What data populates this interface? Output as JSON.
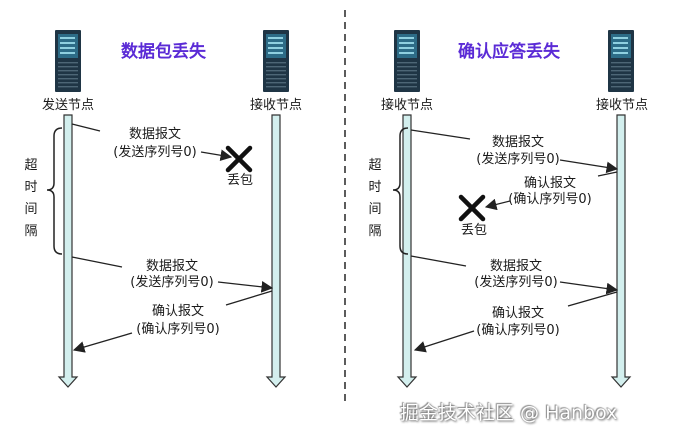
{
  "left_panel": {
    "title": "数据包丢失",
    "sender_label": "发送节点",
    "receiver_label": "接收节点",
    "timeout_label": "超时间隔",
    "msg1": {
      "line1": "数据报文",
      "line2": "(发送序列号0)"
    },
    "lost_label": "丢包",
    "msg2": {
      "line1": "数据报文",
      "line2": "(发送序列号0)"
    },
    "msg3": {
      "line1": "确认报文",
      "line2": "(确认序列号0)"
    }
  },
  "right_panel": {
    "title": "确认应答丢失",
    "sender_label": "接收节点",
    "receiver_label": "接收节点",
    "timeout_label": "超时间隔",
    "msg1": {
      "line1": "数据报文",
      "line2": "(发送序列号0)"
    },
    "msg2": {
      "line1": "确认报文",
      "line2": "(确认序列号0)"
    },
    "lost_label": "丢包",
    "msg3": {
      "line1": "数据报文",
      "line2": "(发送序列号0)"
    },
    "msg4": {
      "line1": "确认报文",
      "line2": "(确认序列号0)"
    }
  },
  "watermark": "掘金技术社区 @ Hanbox",
  "colors": {
    "title": "#5b2bd6",
    "timeline_fill": "#d3efee",
    "server_body": "#1f3545",
    "server_screen": "#2d6c87",
    "lost_mark": "#111111"
  },
  "icons": {
    "server": "server-icon",
    "lost": "x-mark-icon"
  }
}
